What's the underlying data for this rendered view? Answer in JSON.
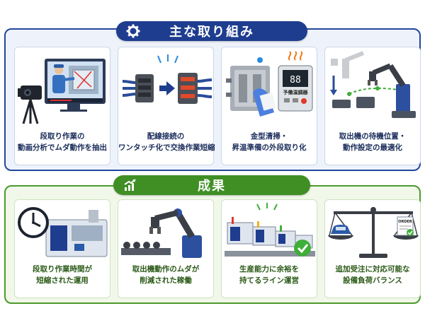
{
  "sections": {
    "top": {
      "title": "主な取り組み",
      "cards": [
        {
          "line1": "段取り作業の",
          "line2": "動画分析でムダ動作を抽出"
        },
        {
          "line1": "配線接続の",
          "line2": "ワンタッチ化で交換作業短縮"
        },
        {
          "line1": "金型清掃・",
          "line2": "昇温準備の外段取り化",
          "device_label": "予備温調器",
          "device_reading": "88"
        },
        {
          "line1": "取出機の待機位置・",
          "line2": "動作設定の最適化"
        }
      ]
    },
    "bottom": {
      "title": "成果",
      "cards": [
        {
          "line1": "段取り作業時間が",
          "line2": "短縮された運用"
        },
        {
          "line1": "取出機動作のムダが",
          "line2": "削減された稼働"
        },
        {
          "line1": "生産能力に余裕を",
          "line2": "持てるライン運営"
        },
        {
          "line1": "追加受注に対応可能な",
          "line2": "設備負荷バランス",
          "order_label": "ORDER"
        }
      ]
    }
  },
  "colors": {
    "top_theme": "#1f3d8f",
    "bottom_theme": "#3f8f25",
    "accent_check": "#3fae3a"
  }
}
